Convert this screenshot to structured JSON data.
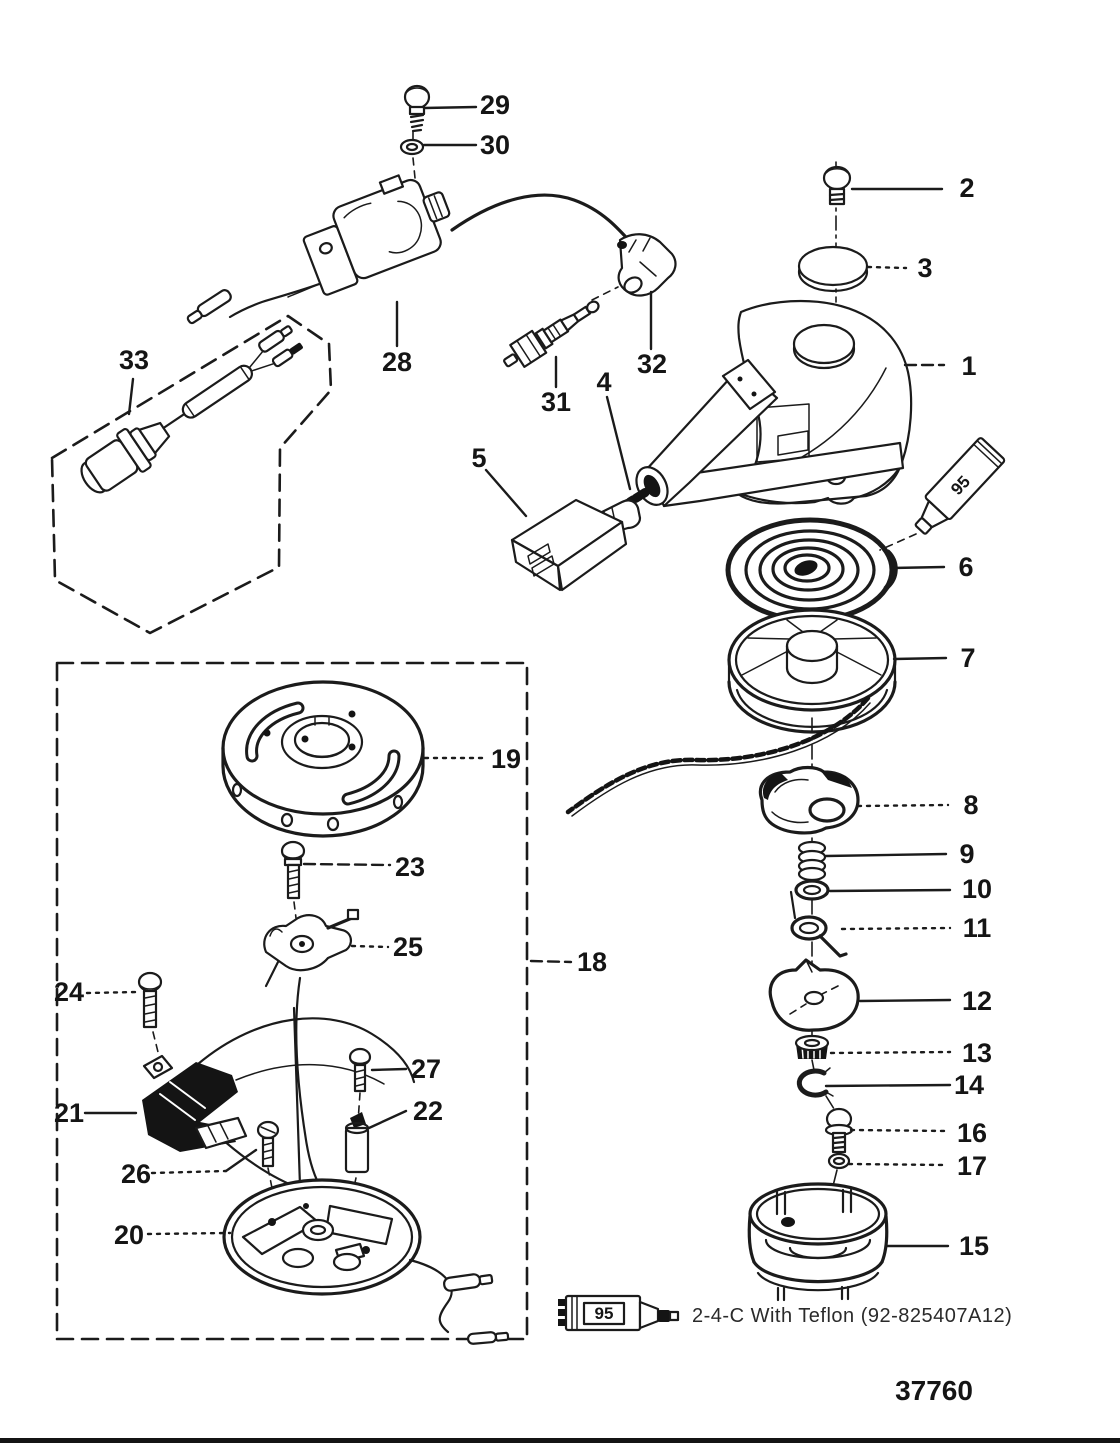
{
  "callouts": {
    "1": "1",
    "2": "2",
    "3": "3",
    "4": "4",
    "5": "5",
    "6": "6",
    "7": "7",
    "8": "8",
    "9": "9",
    "10": "10",
    "11": "11",
    "12": "12",
    "13": "13",
    "14": "14",
    "15": "15",
    "16": "16",
    "17": "17",
    "18": "18",
    "19": "19",
    "20": "20",
    "21": "21",
    "22": "22",
    "23": "23",
    "24": "24",
    "25": "25",
    "26": "26",
    "27": "27",
    "28": "28",
    "29": "29",
    "30": "30",
    "31": "31",
    "32": "32",
    "33": "33"
  },
  "lubricant_tube": {
    "label": "95"
  },
  "legend": {
    "tube_label": "95",
    "note": "2-4-C  With Teflon (92-825407A12)"
  },
  "drawing_number": "37760"
}
